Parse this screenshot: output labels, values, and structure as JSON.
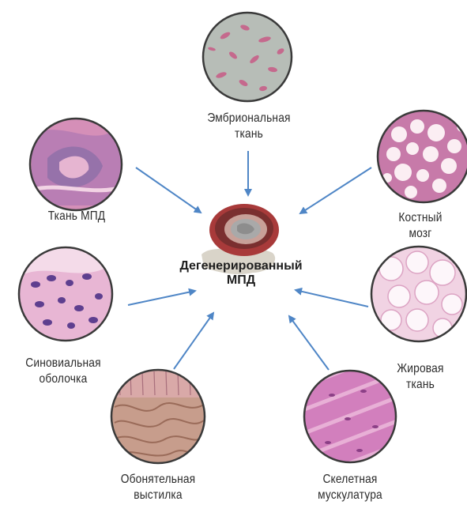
{
  "center": {
    "line1": "Дегенерированный",
    "line2": "МПД"
  },
  "sources": [
    {
      "id": "embryonic",
      "line1": "Эмбриональная",
      "line2": "ткань"
    },
    {
      "id": "disc",
      "line1": "Ткань МПД",
      "line2": ""
    },
    {
      "id": "marrow",
      "line1": "Костный",
      "line2": "мозг"
    },
    {
      "id": "synovium",
      "line1": "Синовиальная",
      "line2": "оболочка"
    },
    {
      "id": "adipose",
      "line1": "Жировая",
      "line2": "ткань"
    },
    {
      "id": "olfactory",
      "line1": "Обонятельная",
      "line2": "выстилка"
    },
    {
      "id": "muscle",
      "line1": "Скелетная",
      "line2": "мускулатура"
    }
  ],
  "colors": {
    "arrow": "#4f86c6",
    "text": "#2b2b2b",
    "ring": "#3a3a3a"
  }
}
